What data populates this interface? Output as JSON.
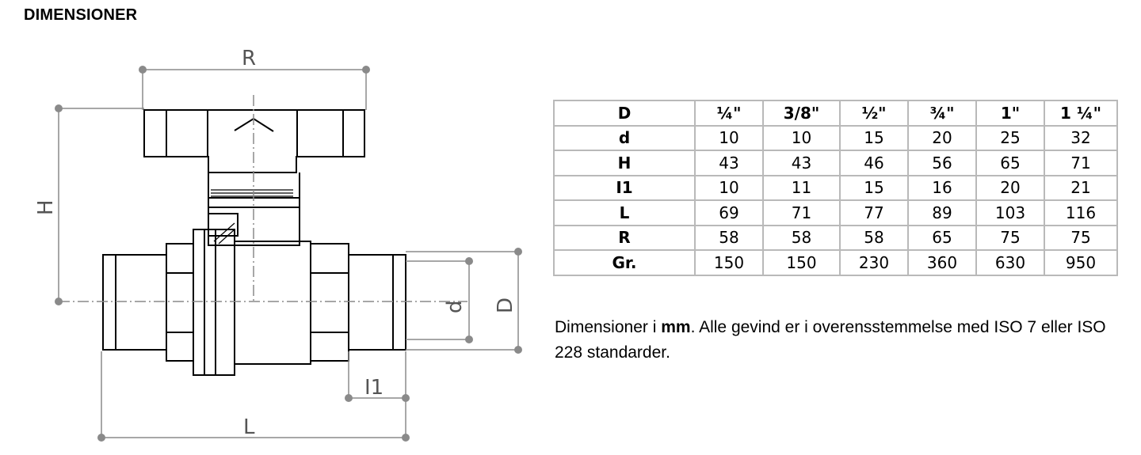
{
  "title": "DIMENSIONER",
  "drawing_labels": {
    "R": "R",
    "H": "H",
    "d": "d",
    "D": "D",
    "I1": "I1",
    "L": "L"
  },
  "table": {
    "columns": [
      "D",
      "¼\"",
      "3/8\"",
      "½\"",
      "¾\"",
      "1\"",
      "1 ¼\""
    ],
    "rows": [
      {
        "label": "d",
        "values": [
          "10",
          "10",
          "15",
          "20",
          "25",
          "32"
        ]
      },
      {
        "label": "H",
        "values": [
          "43",
          "43",
          "46",
          "56",
          "65",
          "71"
        ]
      },
      {
        "label": "I1",
        "values": [
          "10",
          "11",
          "15",
          "16",
          "20",
          "21"
        ]
      },
      {
        "label": "L",
        "values": [
          "69",
          "71",
          "77",
          "89",
          "103",
          "116"
        ]
      },
      {
        "label": "R",
        "values": [
          "58",
          "58",
          "58",
          "65",
          "75",
          "75"
        ]
      },
      {
        "label": "Gr.",
        "values": [
          "150",
          "150",
          "230",
          "360",
          "630",
          "950"
        ]
      }
    ]
  },
  "note": {
    "part1": "Dimensioner i ",
    "bold": "mm",
    "part2": ". Alle gevind er i overensstemmelse med ISO 7 eller ISO 228 standarder."
  }
}
